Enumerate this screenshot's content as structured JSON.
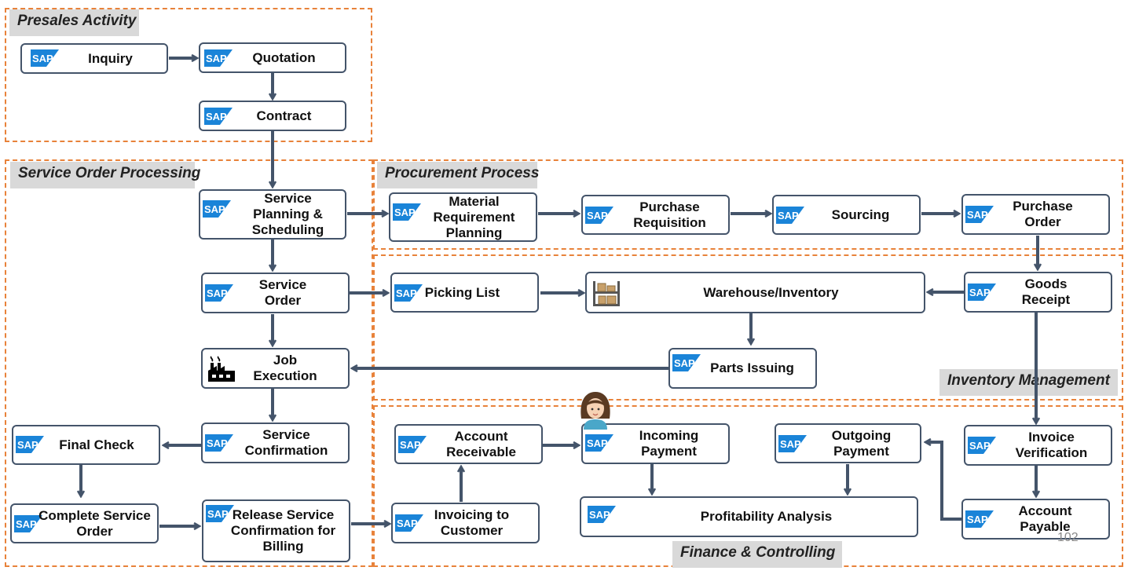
{
  "sections": {
    "presales": "Presales Activity",
    "service_order_processing": "Service Order Processing",
    "procurement": "Procurement Process",
    "inventory": "Inventory Management",
    "finance": "Finance & Controlling"
  },
  "logo_text": "SAP",
  "nodes": {
    "inquiry": "Inquiry",
    "quotation": "Quotation",
    "contract": "Contract",
    "service_planning": "Service Planning & Scheduling",
    "service_order": "Service Order",
    "job_execution": "Job Execution",
    "service_confirmation": "Service Confirmation",
    "final_check": "Final Check",
    "complete_service_order": "Complete Service Order",
    "release_service_confirmation": "Release Service Confirmation for Billing",
    "material_requirement_planning": "Material Requirement Planning",
    "purchase_requisition": "Purchase Requisition",
    "sourcing": "Sourcing",
    "purchase_order": "Purchase Order",
    "picking_list": "Picking List",
    "warehouse_inventory": "Warehouse/Inventory",
    "goods_receipt": "Goods Receipt",
    "parts_issuing": "Parts Issuing",
    "account_receivable": "Account Receivable",
    "incoming_payment": "Incoming Payment",
    "outgoing_payment": "Outgoing Payment",
    "invoice_verification": "Invoice Verification",
    "invoicing_to_customer": "Invoicing to Customer",
    "profitability_analysis": "Profitability Analysis",
    "account_payable": "Account Payable"
  },
  "page_number": "102",
  "colors": {
    "section_border": "#e8823a",
    "section_label_bg": "#d9d9d9",
    "box_border": "#44546a",
    "arrow": "#44546a",
    "sap_blue": "#1a84d8"
  }
}
